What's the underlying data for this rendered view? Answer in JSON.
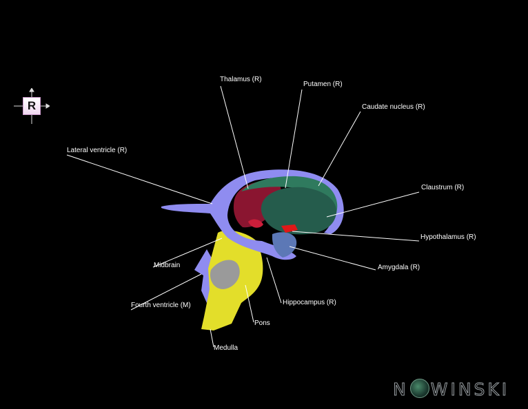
{
  "orientation": {
    "letter": "R"
  },
  "labels": {
    "thalamus": "Thalamus (R)",
    "putamen": "Putamen (R)",
    "caudate": "Caudate nucleus (R)",
    "lateral_ventricle": "Lateral ventricle (R)",
    "claustrum": "Claustrum (R)",
    "hypothalamus": "Hypothalamus (R)",
    "amygdala": "Amygdala (R)",
    "midbrain": "Midbrain",
    "hippocampus": "Hippocampus (R)",
    "fourth_ventricle": "Fourth ventricle (M)",
    "pons": "Pons",
    "medulla": "Medulla"
  },
  "brand": {
    "prefix": "N",
    "suffix": "W",
    "rest": "NSKI"
  },
  "colors": {
    "ventricle": "#8f8cf0",
    "thalamus": "#8a1530",
    "caudate": "#2f7a5e",
    "putamen": "#255c4c",
    "brainstem": "#e3de2a",
    "pons_gray": "#9a9a9a",
    "hypothalamus": "#e01818",
    "amygdala": "#5c78b6"
  }
}
